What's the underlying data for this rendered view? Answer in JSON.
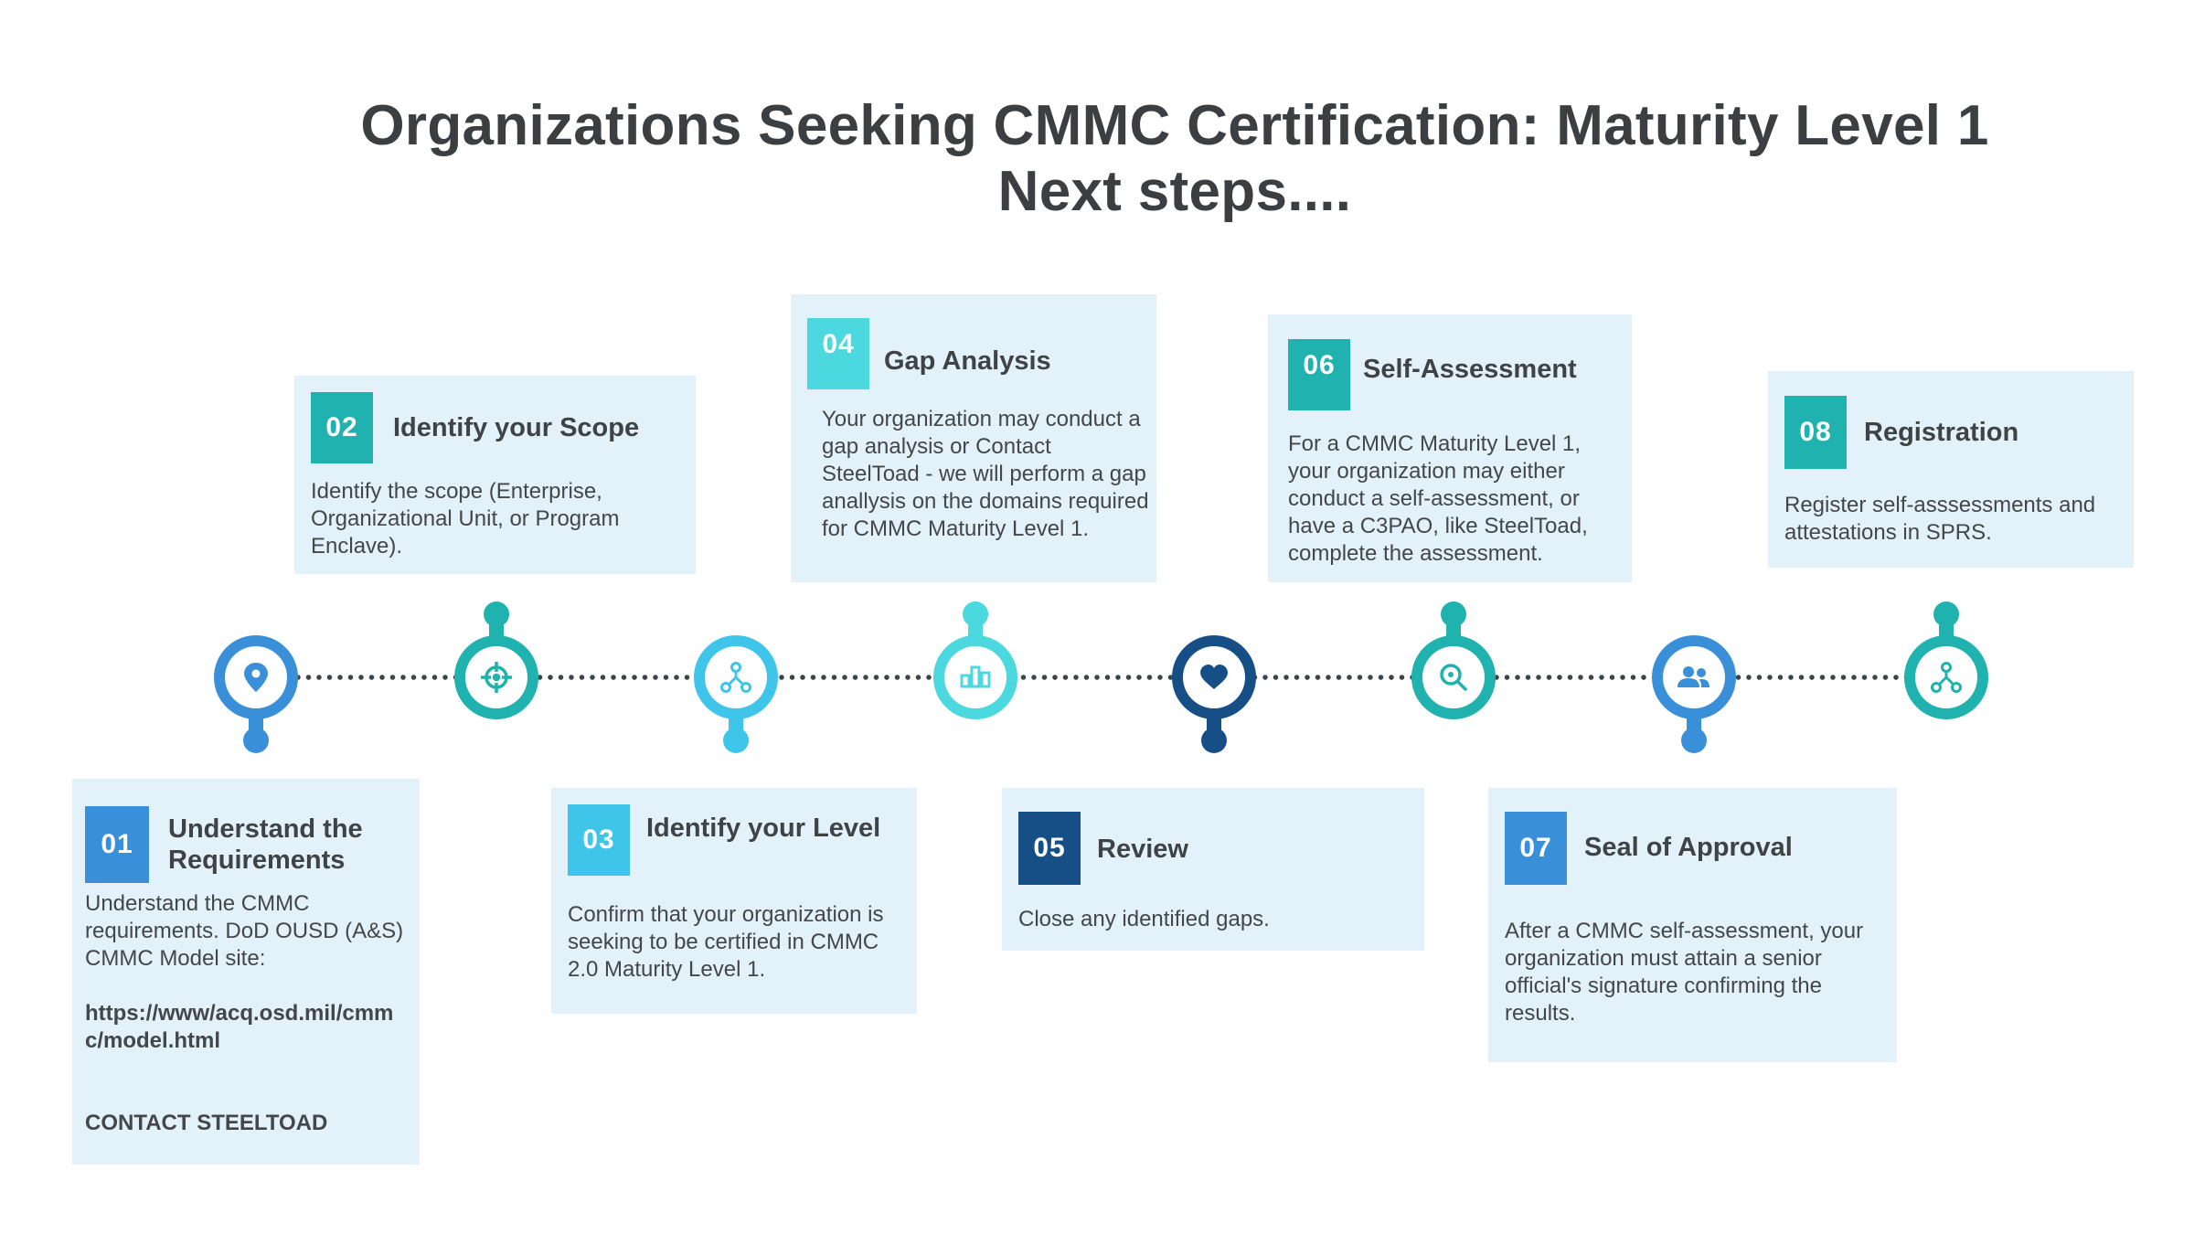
{
  "title": {
    "line1": "Organizations Seeking CMMC Certification:  Maturity Level 1",
    "line2": "Next steps...."
  },
  "colors": {
    "card_bg": "#e3f1fb",
    "blue": "#3a8fd9",
    "teal": "#1fb2ae",
    "light_blue": "#3fc5ea",
    "cyan": "#4bd8df",
    "navy": "#164e86",
    "connector": "#3d4347"
  },
  "steps": [
    {
      "number": "01",
      "title": "Understand the Requirements",
      "body": "Understand the CMMC requirements. DoD OUSD (A&S) CMMC Model site:",
      "link": "https://www/acq.osd.mil/cmmc/model.html",
      "contact": "CONTACT STEELTOAD",
      "icon": "location-pin-icon",
      "color": "#3a8fd9"
    },
    {
      "number": "02",
      "title": "Identify your Scope",
      "body": "Identify the scope (Enterprise, Organizational Unit, or Program Enclave).",
      "icon": "crosshair-icon",
      "color": "#1fb2ae"
    },
    {
      "number": "03",
      "title": "Identify your Level",
      "body": "Confirm that your organization is seeking to be certified in CMMC 2.0 Maturity Level 1.",
      "icon": "network-icon",
      "color": "#3fc5ea"
    },
    {
      "number": "04",
      "title": "Gap Analysis",
      "body": "Your organization may conduct a gap analysis or Contact SteelToad - we will perform a gap anallysis on the domains required for CMMC Maturity Level 1.",
      "icon": "bar-chart-icon",
      "color": "#4bd8df"
    },
    {
      "number": "05",
      "title": "Review",
      "body": "Close any identified gaps.",
      "icon": "heart-icon",
      "color": "#164e86"
    },
    {
      "number": "06",
      "title": "Self-Assessment",
      "body": "For a CMMC Maturity Level 1, your organization may either conduct a self-assessment, or have a C3PAO, like SteelToad, complete the assessment.",
      "icon": "magnifier-icon",
      "color": "#1fb2ae"
    },
    {
      "number": "07",
      "title": "Seal of Approval",
      "body": "After a CMMC self-assessment, your organization must attain a senior official's signature confirming the results.",
      "icon": "people-icon",
      "color": "#3a8fd9"
    },
    {
      "number": "08",
      "title": "Registration",
      "body": "Register self-asssessments and attestations in SPRS.",
      "icon": "network-icon",
      "color": "#1fb2ae"
    }
  ]
}
